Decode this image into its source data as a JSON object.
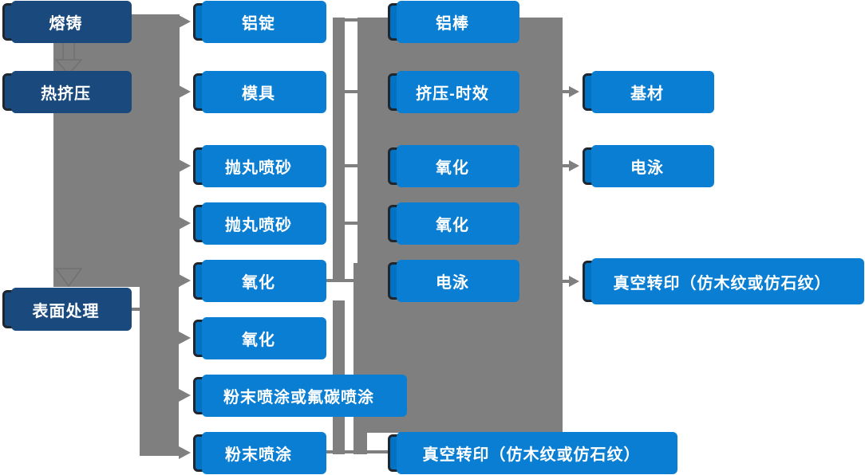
{
  "palette": {
    "box_blue": "#0173c2",
    "box_dark_navy": "#1a4a7d",
    "box_border": "#20262e",
    "connector_gray": "#7f7f7f",
    "text": "#ffffff"
  },
  "stage1": {
    "melt_cast": "熔铸",
    "hot_extrusion": "热挤压",
    "surface_treatment": "表面处理"
  },
  "stage2": {
    "aluminum_ingot": "铝锭",
    "mold": "模具",
    "shot_blast_1": "抛丸喷砂",
    "shot_blast_2": "抛丸喷砂",
    "oxidation_1": "氧化",
    "oxidation_2": "氧化",
    "powder_or_fluorocarbon": "粉末喷涂或氟碳喷涂",
    "powder_coating": "粉末喷涂"
  },
  "stage3": {
    "aluminum_rod": "铝棒",
    "extrusion_aging": "挤压-时效",
    "oxidation_1": "氧化",
    "oxidation_2": "氧化",
    "electrophoresis": "电泳",
    "vacuum_transfer": "真空转印（仿木纹或仿石纹）"
  },
  "stage4": {
    "base_material": "基材",
    "electrophoresis": "电泳",
    "vacuum_transfer": "真空转印（仿木纹或仿石纹）"
  }
}
